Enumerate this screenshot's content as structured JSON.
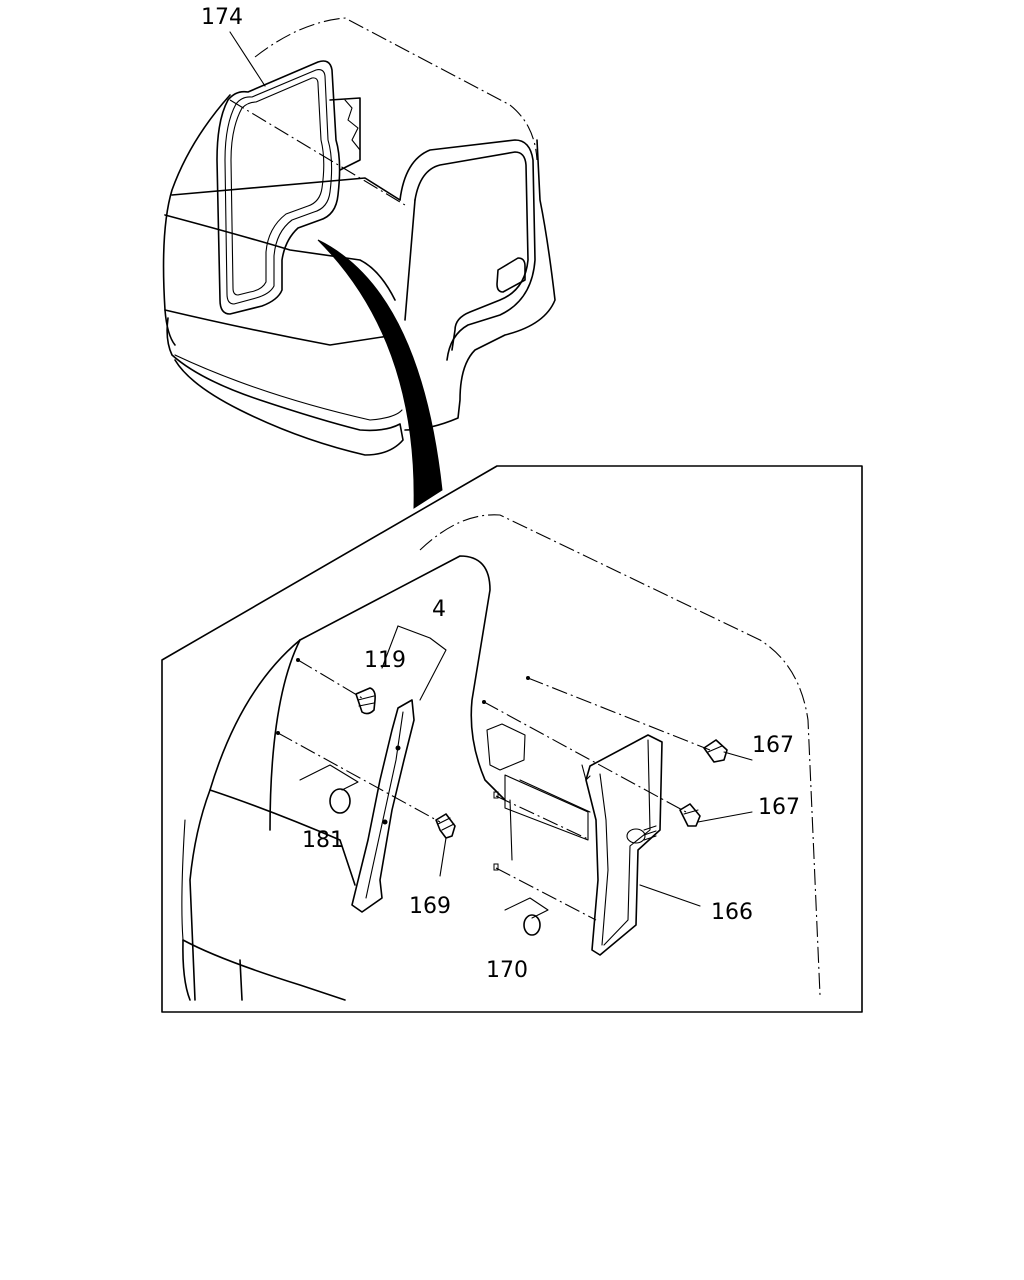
{
  "diagram": {
    "labels": {
      "p174": "174",
      "p4": "4",
      "p119": "119",
      "p181": "181",
      "p169": "169",
      "p167a": "167",
      "p167b": "167",
      "p166": "166",
      "p170": "170"
    }
  }
}
